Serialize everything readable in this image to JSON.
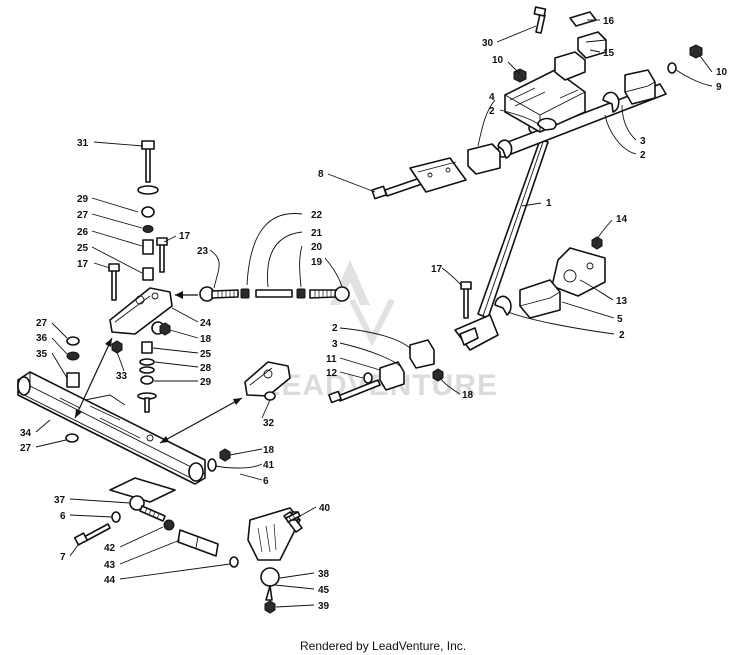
{
  "diagram": {
    "credit": "Rendered by LeadVenture, Inc.",
    "watermark_text": "LEADVENTURE",
    "callouts": [
      {
        "id": "c30",
        "text": "30"
      },
      {
        "id": "c16",
        "text": "16"
      },
      {
        "id": "c15",
        "text": "15"
      },
      {
        "id": "c10a",
        "text": "10"
      },
      {
        "id": "c10b",
        "text": "10"
      },
      {
        "id": "c9",
        "text": "9"
      },
      {
        "id": "c4",
        "text": "4"
      },
      {
        "id": "c2a",
        "text": "2"
      },
      {
        "id": "c3a",
        "text": "3"
      },
      {
        "id": "c2b",
        "text": "2"
      },
      {
        "id": "c31",
        "text": "31"
      },
      {
        "id": "c8",
        "text": "8"
      },
      {
        "id": "c1",
        "text": "1"
      },
      {
        "id": "c29a",
        "text": "29"
      },
      {
        "id": "c27a",
        "text": "27"
      },
      {
        "id": "c26",
        "text": "26"
      },
      {
        "id": "c22",
        "text": "22"
      },
      {
        "id": "c17a",
        "text": "17"
      },
      {
        "id": "c23",
        "text": "23"
      },
      {
        "id": "c21",
        "text": "21"
      },
      {
        "id": "c14",
        "text": "14"
      },
      {
        "id": "c25a",
        "text": "25"
      },
      {
        "id": "c20",
        "text": "20"
      },
      {
        "id": "c19",
        "text": "19"
      },
      {
        "id": "c17b",
        "text": "17"
      },
      {
        "id": "c17c",
        "text": "17"
      },
      {
        "id": "c13",
        "text": "13"
      },
      {
        "id": "c5",
        "text": "5"
      },
      {
        "id": "c24",
        "text": "24"
      },
      {
        "id": "c27b",
        "text": "27"
      },
      {
        "id": "c18a",
        "text": "18"
      },
      {
        "id": "c36",
        "text": "36"
      },
      {
        "id": "c2c",
        "text": "2"
      },
      {
        "id": "c2d",
        "text": "2"
      },
      {
        "id": "c35",
        "text": "35"
      },
      {
        "id": "c25b",
        "text": "25"
      },
      {
        "id": "c3b",
        "text": "3"
      },
      {
        "id": "c28",
        "text": "28"
      },
      {
        "id": "c11",
        "text": "11"
      },
      {
        "id": "c33",
        "text": "33"
      },
      {
        "id": "c12",
        "text": "12"
      },
      {
        "id": "c29b",
        "text": "29"
      },
      {
        "id": "c18b",
        "text": "18"
      },
      {
        "id": "c32",
        "text": "32"
      },
      {
        "id": "c34",
        "text": "34"
      },
      {
        "id": "c27c",
        "text": "27"
      },
      {
        "id": "c18c",
        "text": "18"
      },
      {
        "id": "c41",
        "text": "41"
      },
      {
        "id": "c6a",
        "text": "6"
      },
      {
        "id": "c37",
        "text": "37"
      },
      {
        "id": "c40",
        "text": "40"
      },
      {
        "id": "c6b",
        "text": "6"
      },
      {
        "id": "c42",
        "text": "42"
      },
      {
        "id": "c7",
        "text": "7"
      },
      {
        "id": "c43",
        "text": "43"
      },
      {
        "id": "c38",
        "text": "38"
      },
      {
        "id": "c44",
        "text": "44"
      },
      {
        "id": "c45",
        "text": "45"
      },
      {
        "id": "c39",
        "text": "39"
      }
    ]
  }
}
